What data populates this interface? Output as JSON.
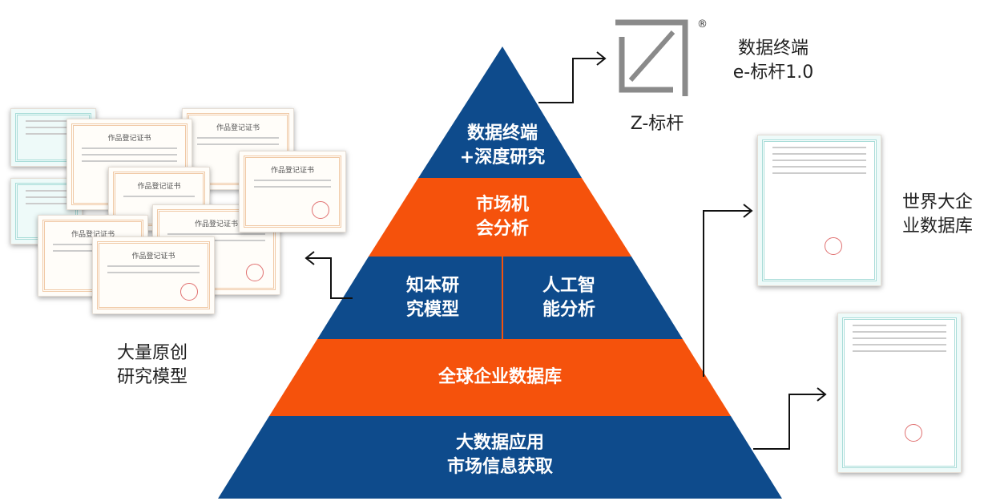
{
  "pyramid": {
    "levels": [
      {
        "line1": "数据终端",
        "line2": "+深度研究"
      },
      {
        "line1": "市场机",
        "line2": "会分析"
      },
      {
        "line1": "知本研",
        "line2": "究模型"
      },
      {
        "line1": "人工智",
        "line2": "能分析"
      },
      {
        "line1": "全球企业数据库"
      },
      {
        "line1": "大数据应用",
        "line2": "市场信息获取"
      }
    ]
  },
  "logo": {
    "caption": "Z-标杆",
    "registered": "®",
    "letter": "Z"
  },
  "terminal": {
    "line1": "数据终端",
    "line2": "e-标杆1.0"
  },
  "left_label": {
    "line1": "大量原创",
    "line2": "研究模型"
  },
  "right_label": {
    "line1": "世界大企",
    "line2": "业数据库"
  },
  "certificate_title": "作品登记证书",
  "colors": {
    "blue": "#0e4b8c",
    "orange": "#f5520c"
  }
}
